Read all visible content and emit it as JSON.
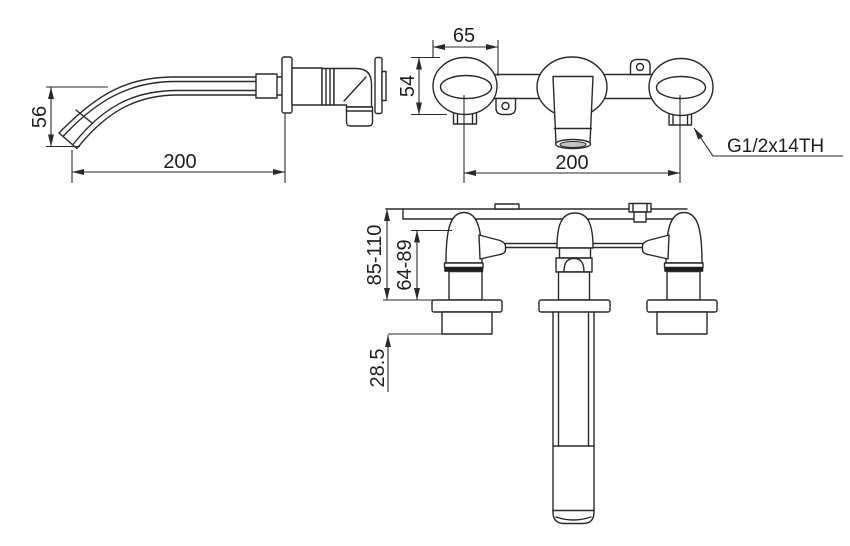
{
  "colors": {
    "background": "#ffffff",
    "line": "#2a2a2a",
    "dark_band": "#1c1c1c"
  },
  "views": {
    "side_view": {
      "dims": {
        "spout_drop": "56",
        "spout_reach": "200"
      }
    },
    "front_view": {
      "dims": {
        "handle_width": "65",
        "handle_height": "54",
        "handle_spacing": "200"
      },
      "labels": {
        "thread": "G1/2x14TH"
      }
    },
    "installation_view": {
      "dims": {
        "rough_in_depth": "85-110",
        "valve_depth": "64-89",
        "wall_offset": "28.5"
      }
    }
  }
}
